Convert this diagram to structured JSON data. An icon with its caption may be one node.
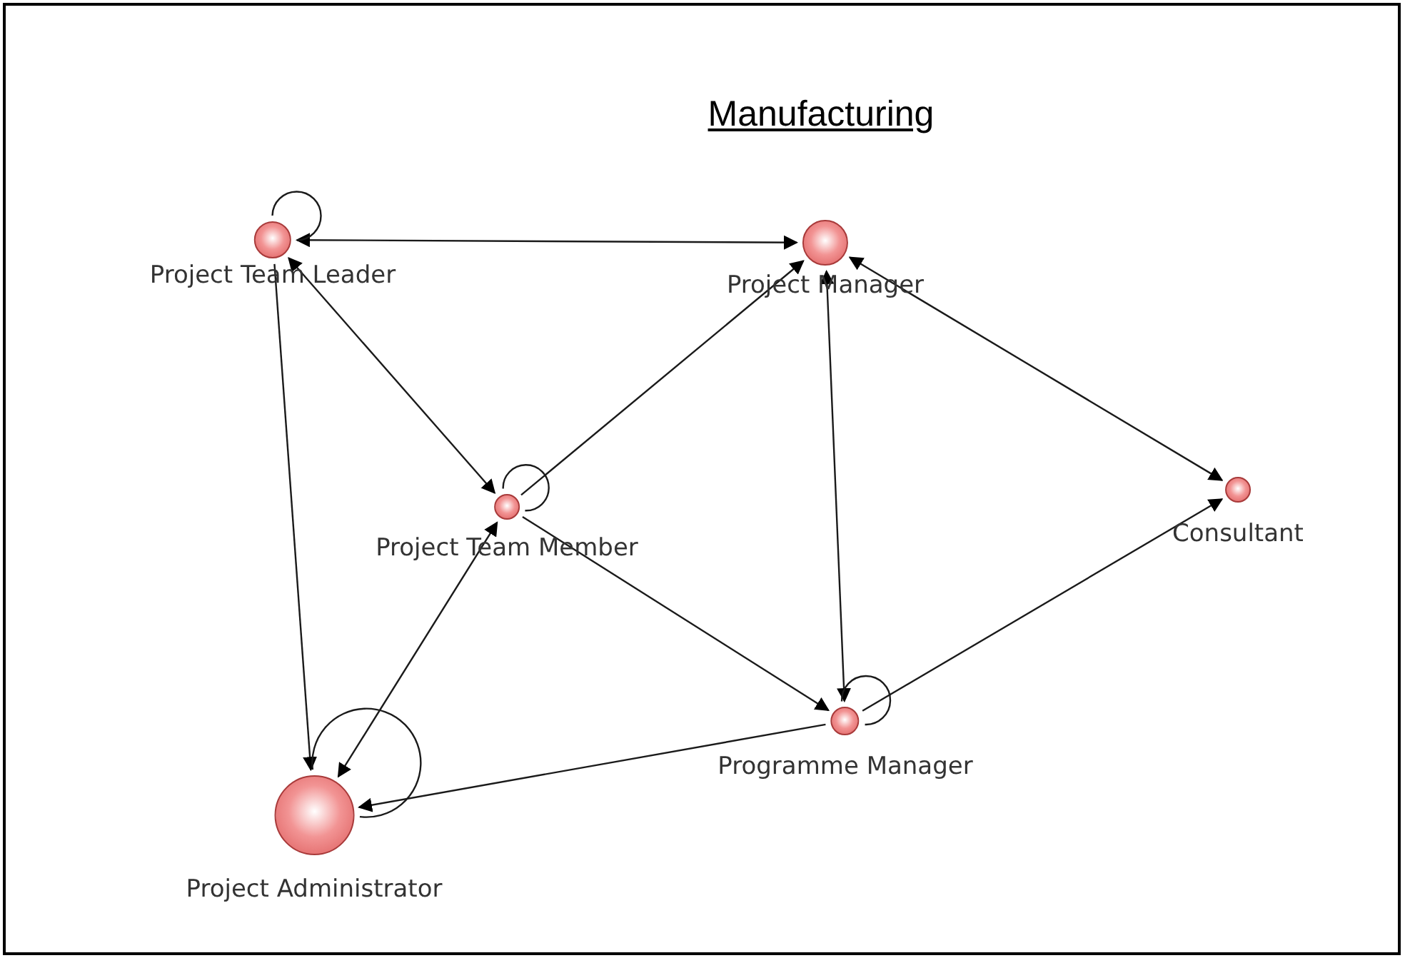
{
  "diagram": {
    "title": "Manufacturing",
    "nodes": [
      {
        "text": [
          "Project Team Leader"
        ]
      },
      {
        "text": [
          "Project Manager"
        ]
      },
      {
        "text": [
          "Project Team Member"
        ]
      },
      {
        "text": [
          "Consultant"
        ]
      },
      {
        "text": [
          "Programme Manager"
        ]
      },
      {
        "text": [
          "Project Administrator"
        ]
      }
    ],
    "edges": [
      {
        "from": 0,
        "to": 1,
        "arrow": "both"
      },
      {
        "from": 0,
        "to": 0,
        "arrow": "none"
      },
      {
        "from": 0,
        "to": 2,
        "arrow": "both"
      },
      {
        "from": 0,
        "to": 5,
        "arrow": "to"
      },
      {
        "from": 2,
        "to": 1,
        "arrow": "to"
      },
      {
        "from": 2,
        "to": 2,
        "arrow": "none"
      },
      {
        "from": 2,
        "to": 5,
        "arrow": "both"
      },
      {
        "from": 2,
        "to": 4,
        "arrow": "to"
      },
      {
        "from": 1,
        "to": 4,
        "arrow": "both"
      },
      {
        "from": 1,
        "to": 3,
        "arrow": "both"
      },
      {
        "from": 4,
        "to": 3,
        "arrow": "to"
      },
      {
        "from": 4,
        "to": 5,
        "arrow": "to"
      },
      {
        "from": 4,
        "to": 4,
        "arrow": "none"
      },
      {
        "from": 5,
        "to": 5,
        "arrow": "none"
      }
    ]
  }
}
